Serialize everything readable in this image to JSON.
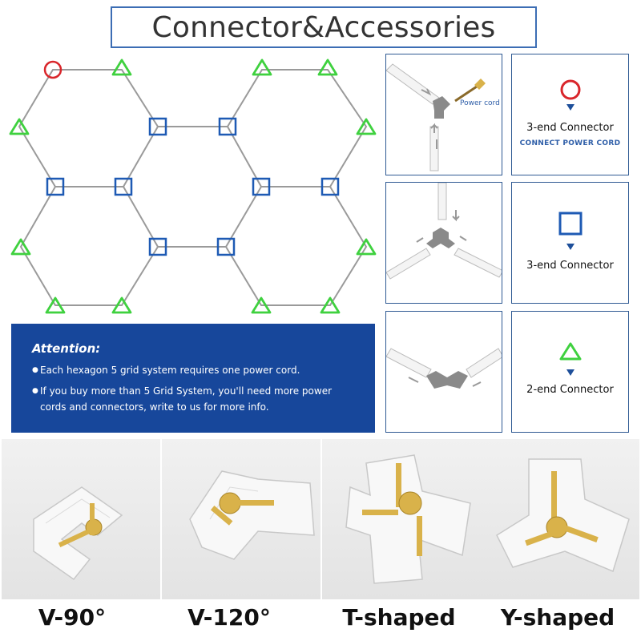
{
  "header": {
    "title": "Connector&Accessories"
  },
  "colors": {
    "accent": "#3c6db4",
    "banner": "#17479b",
    "circle": "#d9262b",
    "square": "#1e5ab4",
    "triangle": "#3fd13f",
    "brass": "#d9b24a"
  },
  "diagram": {
    "icons": [
      "circle-marker-icon",
      "square-marker-icon",
      "triangle-marker-icon"
    ]
  },
  "attention": {
    "title": "Attention:",
    "items": [
      "Each hexagon 5 grid system requires one power cord.",
      "If you buy more than 5 Grid System, you'll need more power cords and connectors, write to us for more info."
    ]
  },
  "assembly": {
    "power_cord_label": "Power cord"
  },
  "legend": [
    {
      "icon": "circle-icon",
      "label": "3-end Connector",
      "sub": "CONNECT POWER CORD"
    },
    {
      "icon": "square-icon",
      "label": "3-end Connector",
      "sub": ""
    },
    {
      "icon": "triangle-icon",
      "label": "2-end Connector",
      "sub": ""
    }
  ],
  "connectors": [
    {
      "name": "V-90°"
    },
    {
      "name": "V-120°"
    },
    {
      "name": "T-shaped"
    },
    {
      "name": "Y-shaped"
    }
  ]
}
